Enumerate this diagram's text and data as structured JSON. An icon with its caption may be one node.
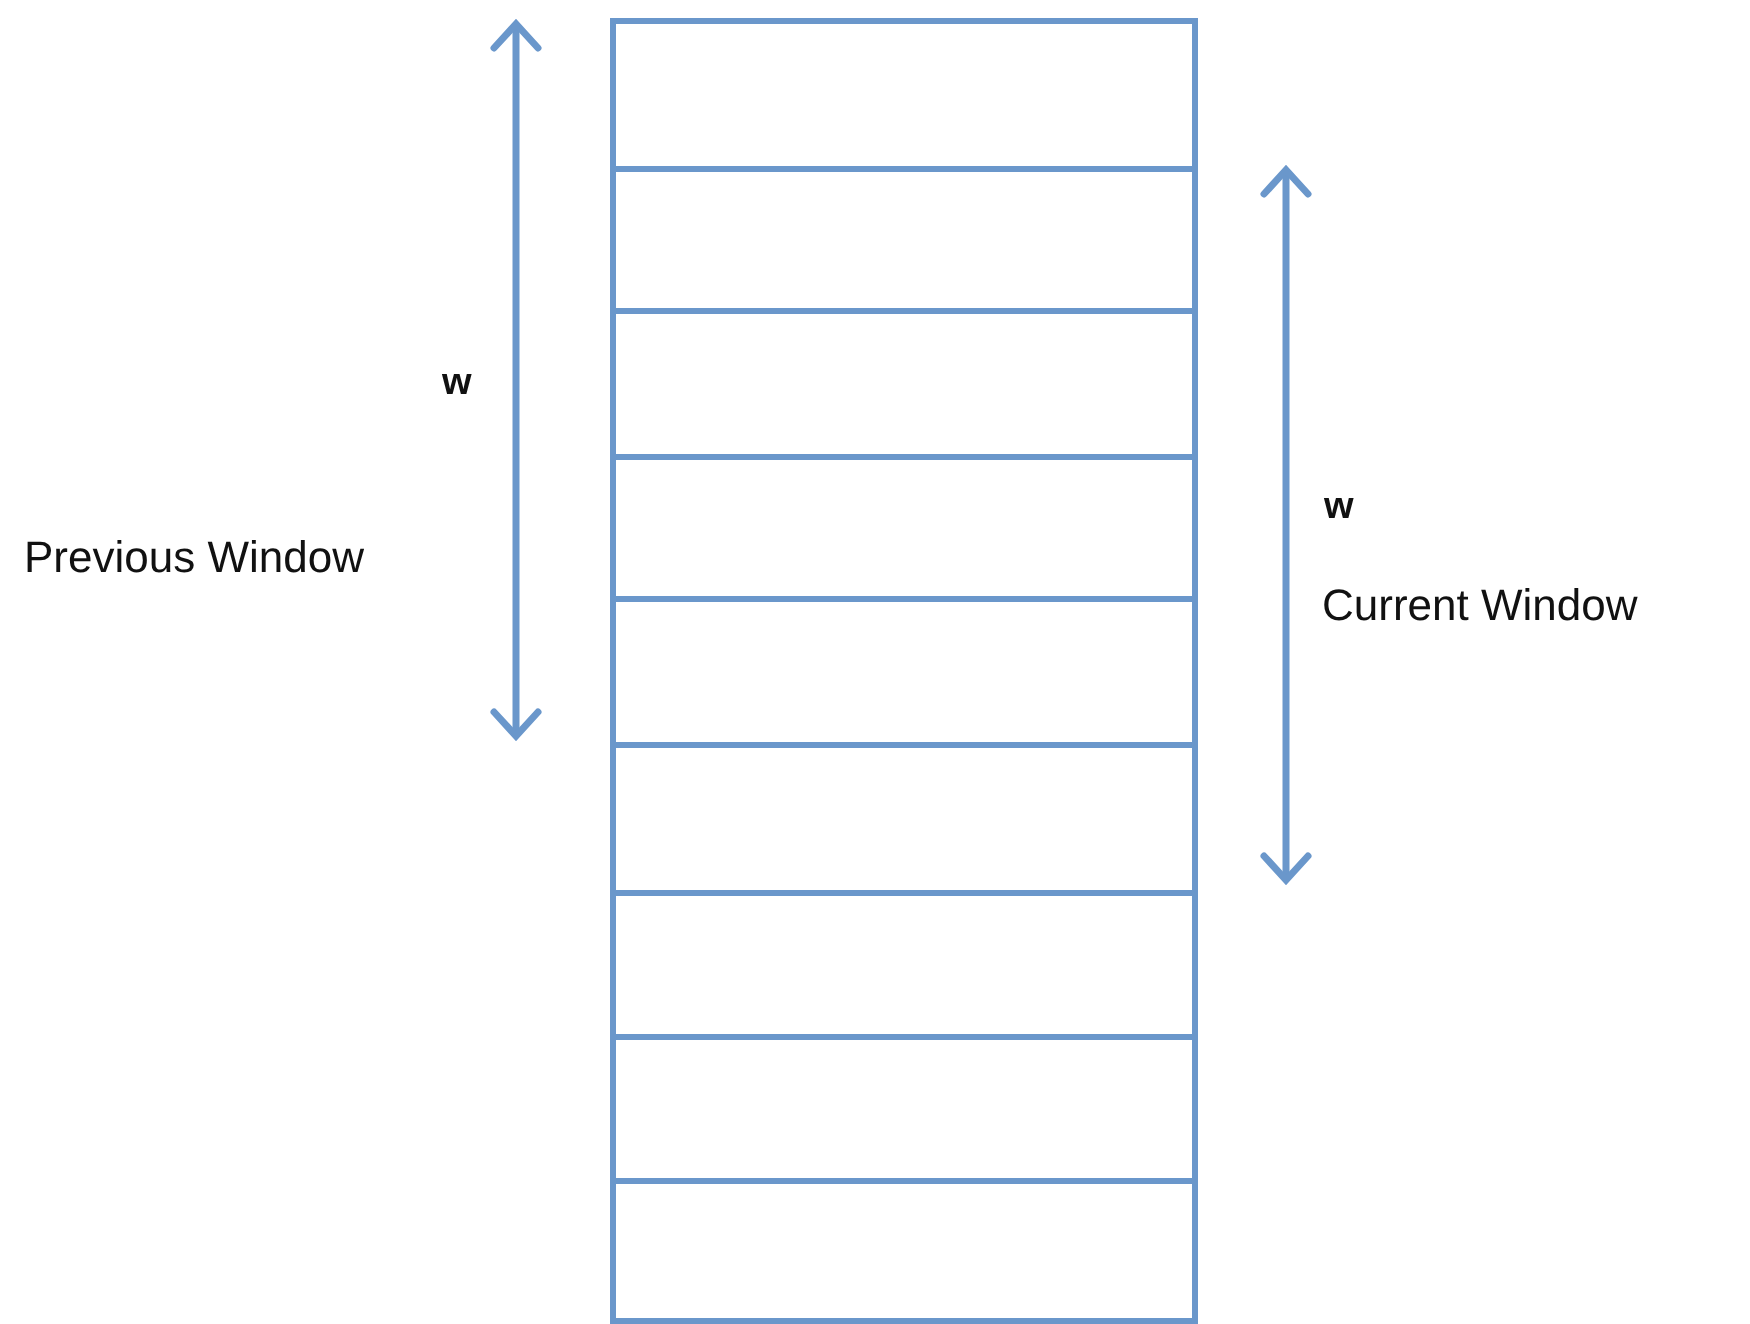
{
  "diagram": {
    "nodes": [
      {
        "text": [],
        "shape": "box"
      },
      {
        "text": [],
        "shape": "box"
      },
      {
        "text": [],
        "shape": "box"
      },
      {
        "text": [],
        "shape": "box"
      },
      {
        "text": [],
        "shape": "box"
      },
      {
        "text": [],
        "shape": "box"
      },
      {
        "text": [],
        "shape": "box"
      },
      {
        "text": [],
        "shape": "box"
      },
      {
        "text": [],
        "shape": "box"
      }
    ],
    "labels": [
      "w",
      "Previous Window",
      "w",
      "Current Window"
    ]
  }
}
